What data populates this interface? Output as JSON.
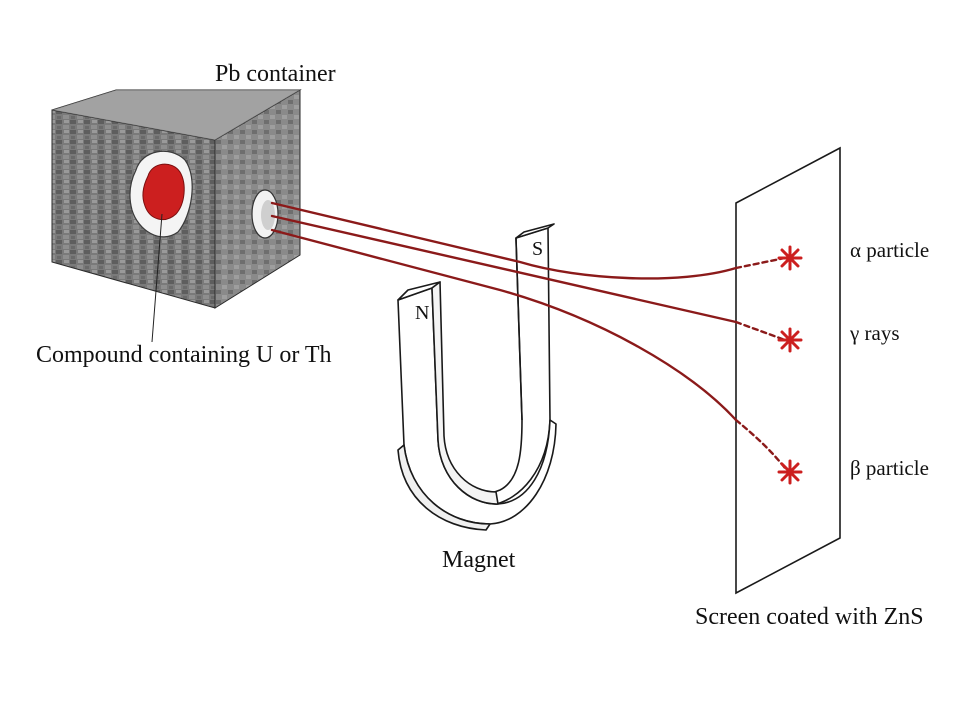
{
  "labels": {
    "container": "Pb container",
    "compound": "Compound containing U or Th",
    "magnet": "Magnet",
    "screen": "Screen coated with ZnS",
    "alpha": "α particle",
    "gamma": "γ rays",
    "beta": "β particle",
    "north_pole": "N",
    "south_pole": "S"
  },
  "colors": {
    "beam": "#8b1a1a",
    "sample": "#cc1f1f",
    "container_face": "#6e6e6e",
    "container_top": "#9a9a9a",
    "outline": "#1a1a1a"
  }
}
